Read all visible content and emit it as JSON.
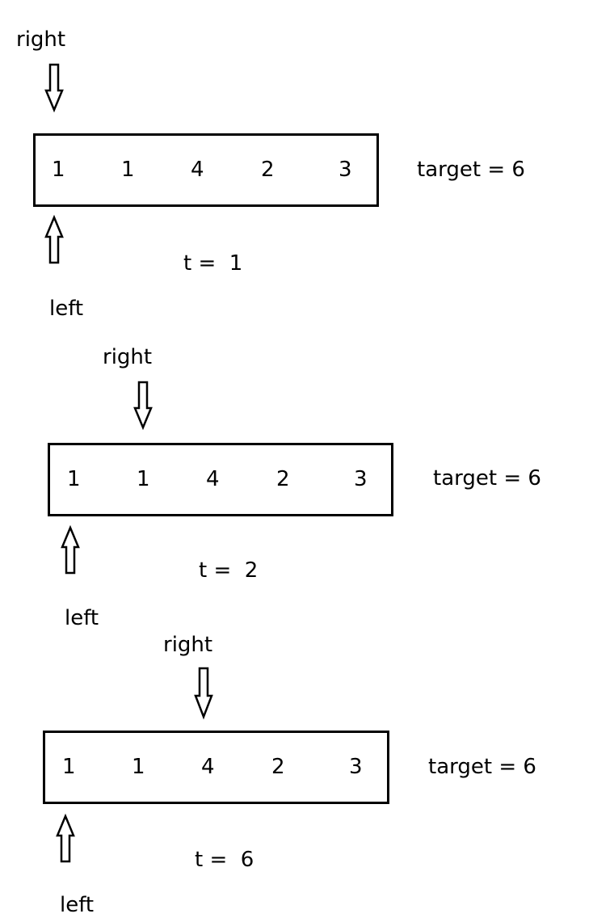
{
  "labels": {
    "right": "right",
    "left": "left"
  },
  "steps": [
    {
      "array": [
        "1",
        "1",
        "4",
        "2",
        "3"
      ],
      "target_label": "target = 6",
      "t_label": "t =  1"
    },
    {
      "array": [
        "1",
        "1",
        "4",
        "2",
        "3"
      ],
      "target_label": "target = 6",
      "t_label": "t =  2"
    },
    {
      "array": [
        "1",
        "1",
        "4",
        "2",
        "3"
      ],
      "target_label": "target = 6",
      "t_label": "t =  6"
    }
  ]
}
